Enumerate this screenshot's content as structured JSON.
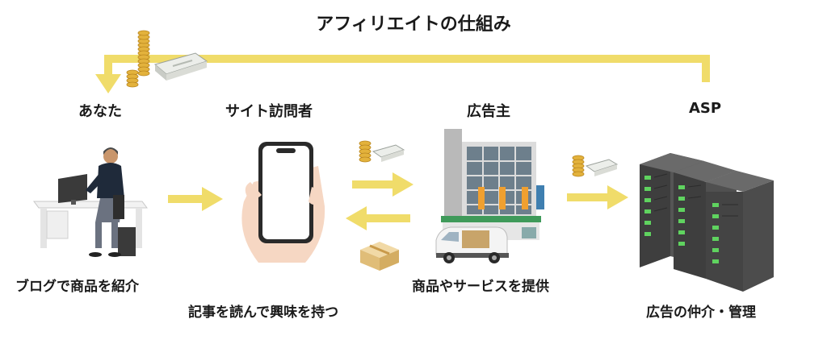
{
  "title": "アフィリエイトの仕組み",
  "actors": {
    "you": "あなた",
    "visitor": "サイト訪問者",
    "advertiser": "広告主",
    "asp": "ASP"
  },
  "captions": {
    "you": "ブログで商品を紹介",
    "visitor": "記事を読んで興味を持つ",
    "advertiser": "商品やサービスを提供",
    "asp": "広告の仲介・管理"
  },
  "colors": {
    "arrow": "#f0dc6a",
    "text": "#1a1a1a",
    "coin": "#e3b23c",
    "server": "#4a4a4a",
    "server_led": "#5fd35f",
    "building_glass": "#6d7f8c",
    "awning": "#3f9a5a",
    "package": "#e8c98a"
  },
  "icons": [
    "coin-stack-icon",
    "cash-bundle-icon",
    "person-at-desk-icon",
    "smartphone-in-hand-icon",
    "office-building-icon",
    "delivery-van-icon",
    "package-icon",
    "server-rack-icon"
  ]
}
